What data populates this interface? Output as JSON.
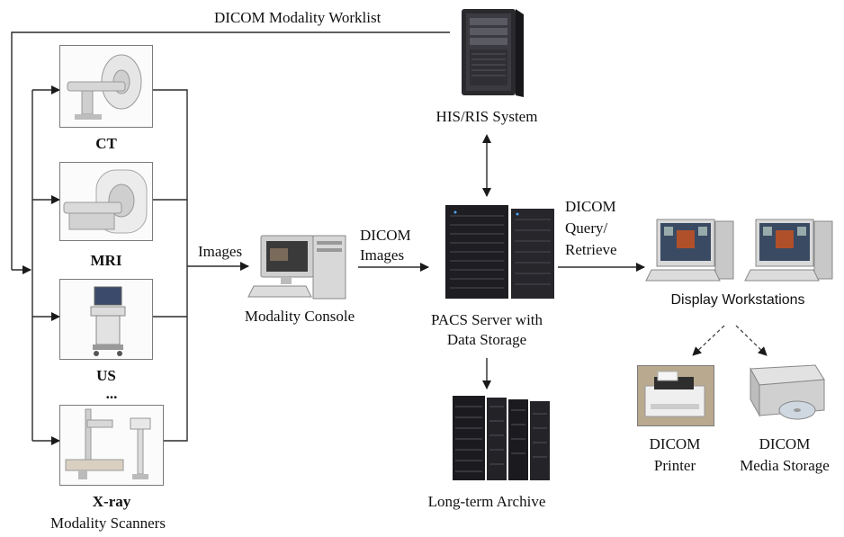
{
  "diagram": {
    "worklist_label": "DICOM Modality Worklist",
    "his_ris": {
      "label": "HIS/RIS System",
      "icon": "tower-server-icon"
    },
    "modalities": [
      {
        "label": "CT",
        "icon": "ct-scanner-icon"
      },
      {
        "label": "MRI",
        "icon": "mri-scanner-icon"
      },
      {
        "label": "US",
        "icon": "ultrasound-machine-icon"
      },
      {
        "label": "X-ray",
        "icon": "xray-machine-icon"
      }
    ],
    "ellipsis": "...",
    "modality_scanners_label": "Modality Scanners",
    "images_label": "Images",
    "console": {
      "label": "Modality Console",
      "icon": "desktop-computer-icon"
    },
    "dicom_images_label": [
      "DICOM",
      "Images"
    ],
    "pacs": {
      "label": [
        "PACS Server with",
        "Data Storage"
      ],
      "icon": "server-rack-icon"
    },
    "query_label": [
      "DICOM",
      "Query/",
      "Retrieve"
    ],
    "workstations_label": "Display Workstations",
    "archive_label": "Long-term Archive",
    "printer": {
      "label": [
        "DICOM",
        "Printer"
      ],
      "icon": "printer-icon"
    },
    "media": {
      "label": [
        "DICOM",
        "Media Storage"
      ],
      "icon": "disc-drive-icon"
    },
    "colors": {
      "line": "#2b2b2b",
      "dashed": "#444444",
      "server_dark": "#1e1e22",
      "screen": "#3a4a63"
    }
  }
}
